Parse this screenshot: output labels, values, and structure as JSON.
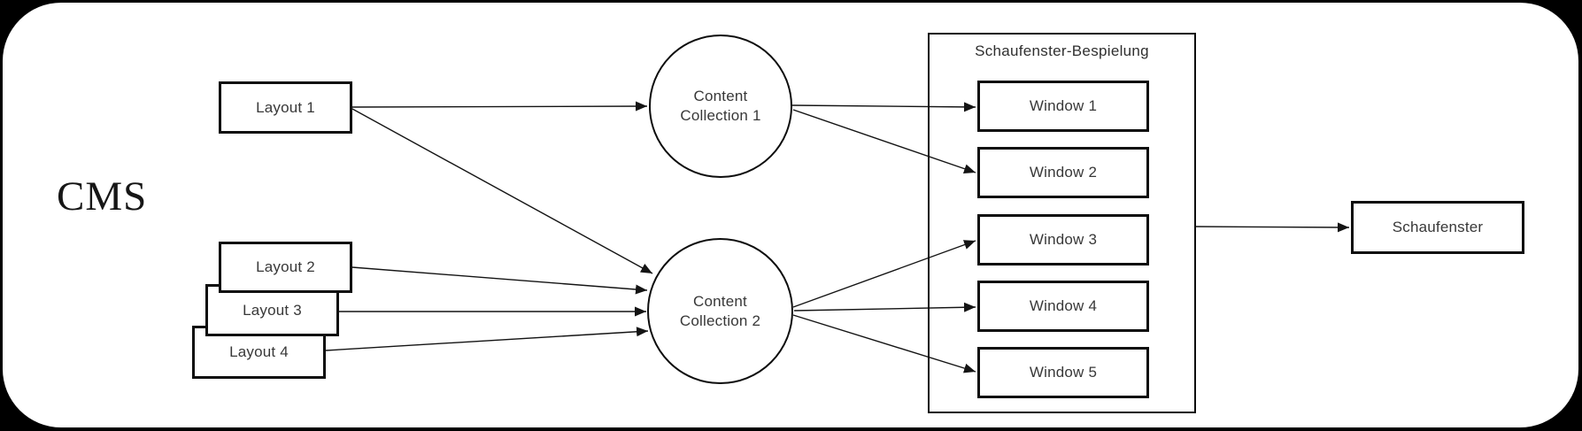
{
  "cms": {
    "label": "CMS"
  },
  "layouts": [
    {
      "label": "Layout 1"
    },
    {
      "label": "Layout 2"
    },
    {
      "label": "Layout 3"
    },
    {
      "label": "Layout 4"
    }
  ],
  "collections": [
    {
      "label": "Content Collection 1"
    },
    {
      "label": "Content Collection 2"
    }
  ],
  "group": {
    "title": "Schaufenster-Bespielung",
    "windows": [
      {
        "label": "Window 1"
      },
      {
        "label": "Window 2"
      },
      {
        "label": "Window 3"
      },
      {
        "label": "Window 4"
      },
      {
        "label": "Window 5"
      }
    ]
  },
  "output": {
    "label": "Schaufenster"
  },
  "colors": {
    "background": "#000000",
    "surface": "#ffffff",
    "stroke": "#0d0d0d",
    "text": "#383838"
  }
}
